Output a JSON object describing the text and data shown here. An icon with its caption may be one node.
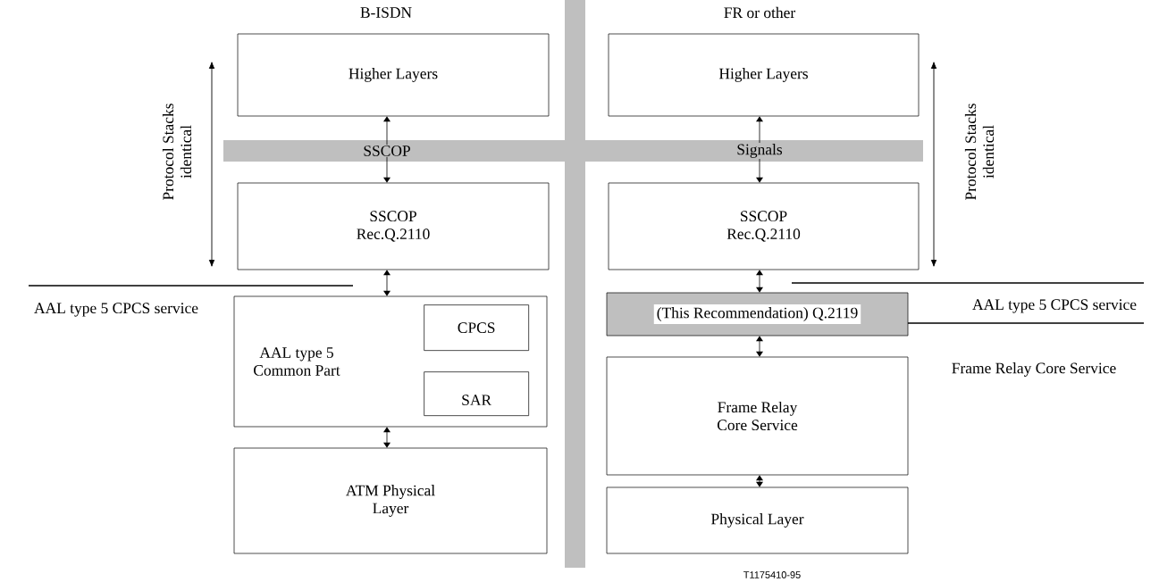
{
  "diagram": {
    "nodes": [
      {
        "text": [
          "Higher Layers"
        ]
      },
      {
        "text": [
          "Higher Layers"
        ]
      },
      {
        "text": [
          "SSCOP Rec.Q.2110"
        ]
      },
      {
        "text": [
          "SSCOP Rec.Q.2110"
        ]
      },
      {
        "text": [
          "AAL type 5 Common Part"
        ]
      },
      {
        "text": [
          "CPCS"
        ],
        "in": 4
      },
      {
        "text": [
          "SAR"
        ],
        "in": 4
      },
      {
        "text": [
          "ATM Physical Layer"
        ]
      },
      {
        "text": [
          "(This Recommendation) Q.2119"
        ]
      },
      {
        "text": [
          "Frame Relay Core Service"
        ]
      },
      {
        "text": [
          "Physical Layer"
        ]
      }
    ],
    "edges": [
      {
        "from": 0,
        "to": 2,
        "arrow": "both",
        "label": "SSCOP"
      },
      {
        "from": 1,
        "to": 3,
        "arrow": "both",
        "label": "Signals"
      },
      {
        "from": 2,
        "to": 4,
        "arrow": "both"
      },
      {
        "from": 4,
        "to": 7,
        "arrow": "both"
      },
      {
        "from": 3,
        "to": 8,
        "arrow": "both"
      },
      {
        "from": 8,
        "to": 9,
        "arrow": "both"
      },
      {
        "from": 9,
        "to": 10,
        "arrow": "both"
      }
    ],
    "labels": [
      "B-ISDN",
      "FR or other",
      "Protocol Stacks identical",
      "Protocol Stacks identical",
      "AAL type 5 CPCS service",
      "AAL type 5 CPCS service",
      "Frame Relay Core Service",
      "T1175410-95"
    ]
  }
}
